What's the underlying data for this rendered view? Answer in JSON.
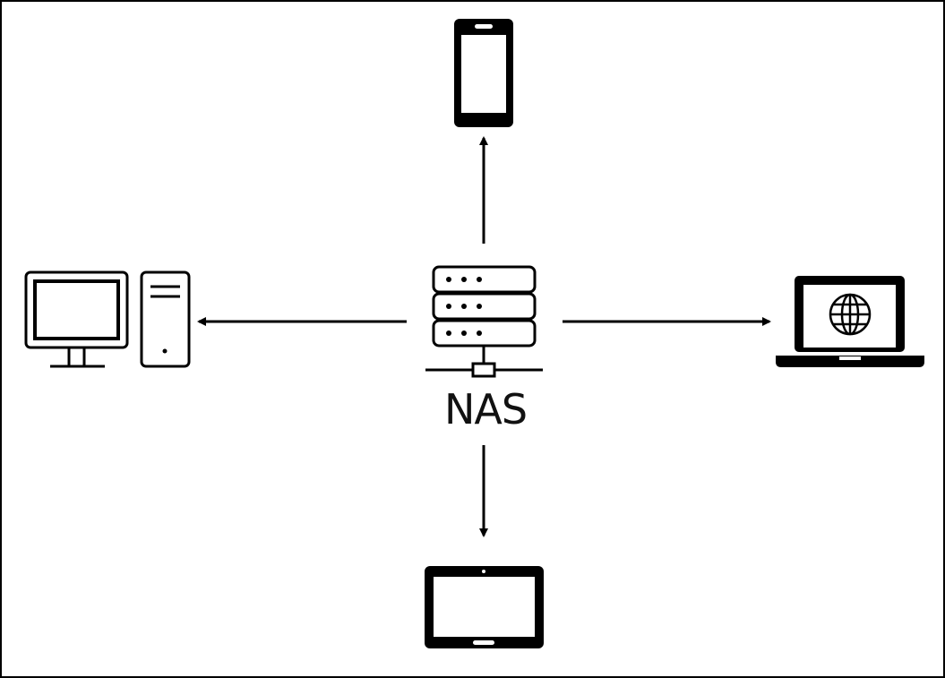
{
  "nas": {
    "label": "NAS",
    "icon": "server-rack-icon"
  },
  "devices": [
    {
      "name": "smartphone",
      "icon": "smartphone-icon",
      "direction": "top"
    },
    {
      "name": "desktop-computer",
      "icon": "desktop-computer-icon",
      "direction": "left"
    },
    {
      "name": "laptop",
      "icon": "laptop-globe-icon",
      "direction": "right"
    },
    {
      "name": "tablet",
      "icon": "tablet-icon",
      "direction": "bottom"
    }
  ],
  "colors": {
    "stroke": "#000000",
    "background": "#ffffff"
  }
}
